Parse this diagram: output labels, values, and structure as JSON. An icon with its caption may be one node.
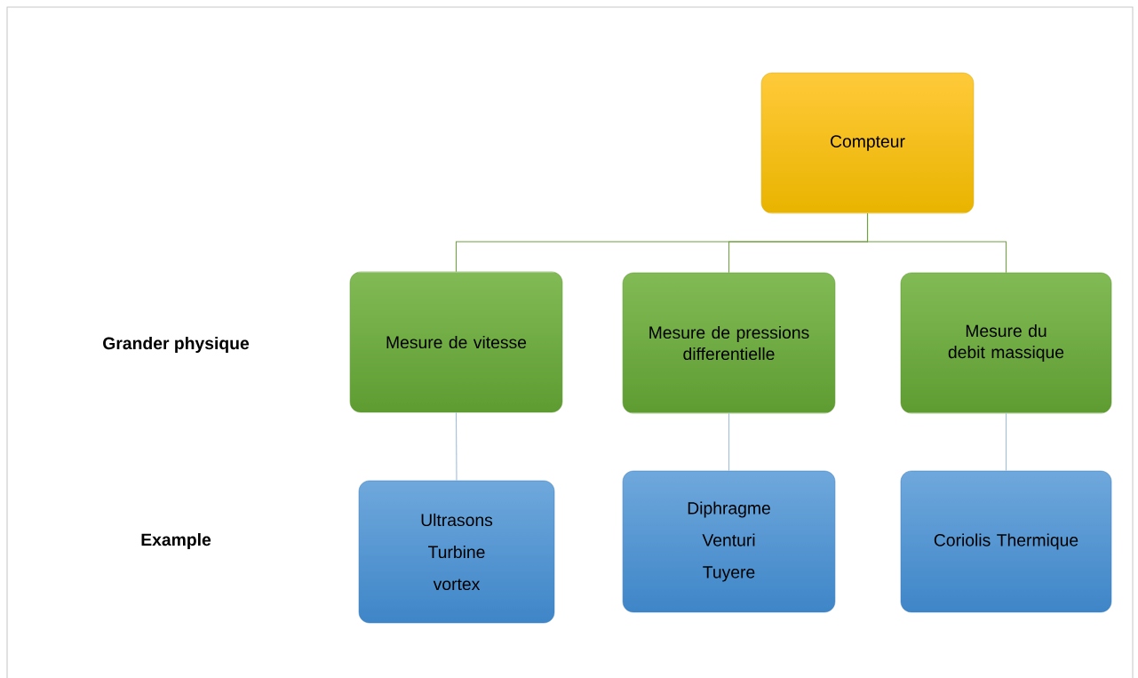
{
  "diagram": {
    "nodes": [
      {
        "text": [
          "Compteur"
        ]
      },
      {
        "text": [
          "Mesure de vitesse"
        ]
      },
      {
        "text": [
          "Mesure de pressions differentielle"
        ]
      },
      {
        "text": [
          "Mesure du debit massique"
        ]
      },
      {
        "text": [
          "Ultrasons",
          "Turbine",
          "vortex"
        ]
      },
      {
        "text": [
          "Diphragme",
          "Venturi",
          "Tuyere"
        ]
      },
      {
        "text": [
          "Coriolis Thermique"
        ]
      }
    ],
    "edges": [
      {
        "from": 0,
        "to": 1,
        "arrow": "none",
        "color": "#70a040"
      },
      {
        "from": 0,
        "to": 2,
        "arrow": "none",
        "color": "#70a040"
      },
      {
        "from": 0,
        "to": 3,
        "arrow": "none",
        "color": "#70a040"
      },
      {
        "from": 1,
        "to": 4,
        "arrow": "none",
        "color": "#9dbbe0"
      },
      {
        "from": 2,
        "to": 5,
        "arrow": "none",
        "color": "#9dbbe0"
      },
      {
        "from": 3,
        "to": 6,
        "arrow": "none",
        "color": "#9dbbe0"
      }
    ],
    "labels": [
      "Grander physique",
      "Example"
    ]
  }
}
